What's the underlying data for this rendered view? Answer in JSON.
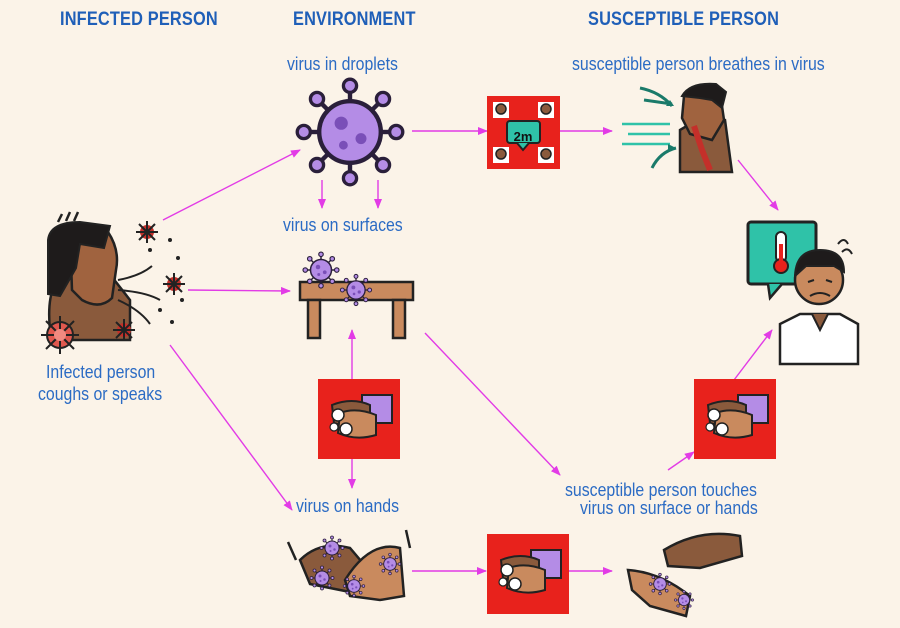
{
  "headers": {
    "infected": "INFECTED PERSON",
    "environment": "ENVIRONMENT",
    "susceptible": "SUSCEPTIBLE PERSON"
  },
  "labels": {
    "droplets": "virus in droplets",
    "breathes": "susceptible person breathes in virus",
    "surfaces": "virus on surfaces",
    "infected_line1": "Infected person",
    "infected_line2": "coughs or speaks",
    "hands": "virus on hands",
    "touches_line1": "susceptible person touches",
    "touches_line2": "virus on surface or hands"
  },
  "distance_sign": "2m",
  "colors": {
    "background": "#fbf3e8",
    "header": "#1f5fb8",
    "label": "#2b6bc4",
    "arrow": "#e23be6",
    "barrier_red": "#e8221c",
    "virus": "#b48ce6"
  },
  "icons": {
    "infected": "coughing-person-icon",
    "droplets": "virus-particle-icon",
    "distancing": "social-distancing-icon",
    "breathing": "person-breathing-icon",
    "surface": "contaminated-table-icon",
    "handwash_vertical": "handwashing-icon",
    "handwash_right": "handwashing-icon",
    "handwash_bottom": "handwashing-icon",
    "hands": "contaminated-hands-icon",
    "touching": "hands-touching-icon",
    "sick": "sick-person-fever-icon"
  }
}
